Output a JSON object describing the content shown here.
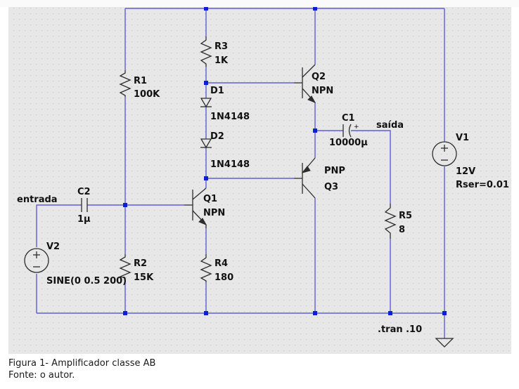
{
  "components": {
    "R1": {
      "name": "R1",
      "value": "100K"
    },
    "R2": {
      "name": "R2",
      "value": "15K"
    },
    "R3": {
      "name": "R3",
      "value": "1K"
    },
    "R4": {
      "name": "R4",
      "value": "180"
    },
    "R5": {
      "name": "R5",
      "value": "8"
    },
    "D1": {
      "name": "D1",
      "value": "1N4148"
    },
    "D2": {
      "name": "D2",
      "value": "1N4148"
    },
    "Q1": {
      "name": "Q1",
      "type": "NPN"
    },
    "Q2": {
      "name": "Q2",
      "type": "NPN"
    },
    "Q3": {
      "name": "Q3",
      "type": "PNP"
    },
    "C1": {
      "name": "C1",
      "value": "10000µ"
    },
    "C2": {
      "name": "C2",
      "value": "1µ"
    },
    "V1": {
      "name": "V1",
      "value": "12V",
      "param": "Rser=0.01"
    },
    "V2": {
      "name": "V2",
      "value": "SINE(0 0.5 200)"
    }
  },
  "nets": {
    "input": "entrada",
    "output": "saída"
  },
  "directive": ".tran .10",
  "caption": {
    "title": "Figura 1- Amplificador classe AB",
    "source": "Fonte: o autor."
  },
  "colors": {
    "wire": "#5e5ed6",
    "junction": "#0b1fd6",
    "background": "#e7e7e7",
    "component": "#2d2d2d"
  }
}
